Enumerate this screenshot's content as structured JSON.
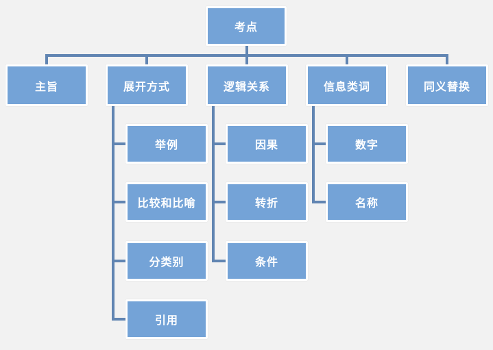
{
  "colors": {
    "background": "#f2f2f2",
    "box_fill": "#74a3d7",
    "box_frame": "#ffffff",
    "connector_line": "#6185b2",
    "box_text": "#ffffff"
  },
  "diagram": {
    "type": "hierarchy-org-chart",
    "root": {
      "label": "考点"
    },
    "branches": [
      {
        "label": "主旨",
        "children": []
      },
      {
        "label": "展开方式",
        "children": [
          {
            "label": "举例"
          },
          {
            "label": "比较和比喻"
          },
          {
            "label": "分类别"
          },
          {
            "label": "引用"
          }
        ]
      },
      {
        "label": "逻辑关系",
        "children": [
          {
            "label": "因果"
          },
          {
            "label": "转折"
          },
          {
            "label": "条件"
          }
        ]
      },
      {
        "label": "信息类词",
        "children": [
          {
            "label": "数字"
          },
          {
            "label": "名称"
          }
        ]
      },
      {
        "label": "同义替换",
        "children": []
      }
    ]
  }
}
